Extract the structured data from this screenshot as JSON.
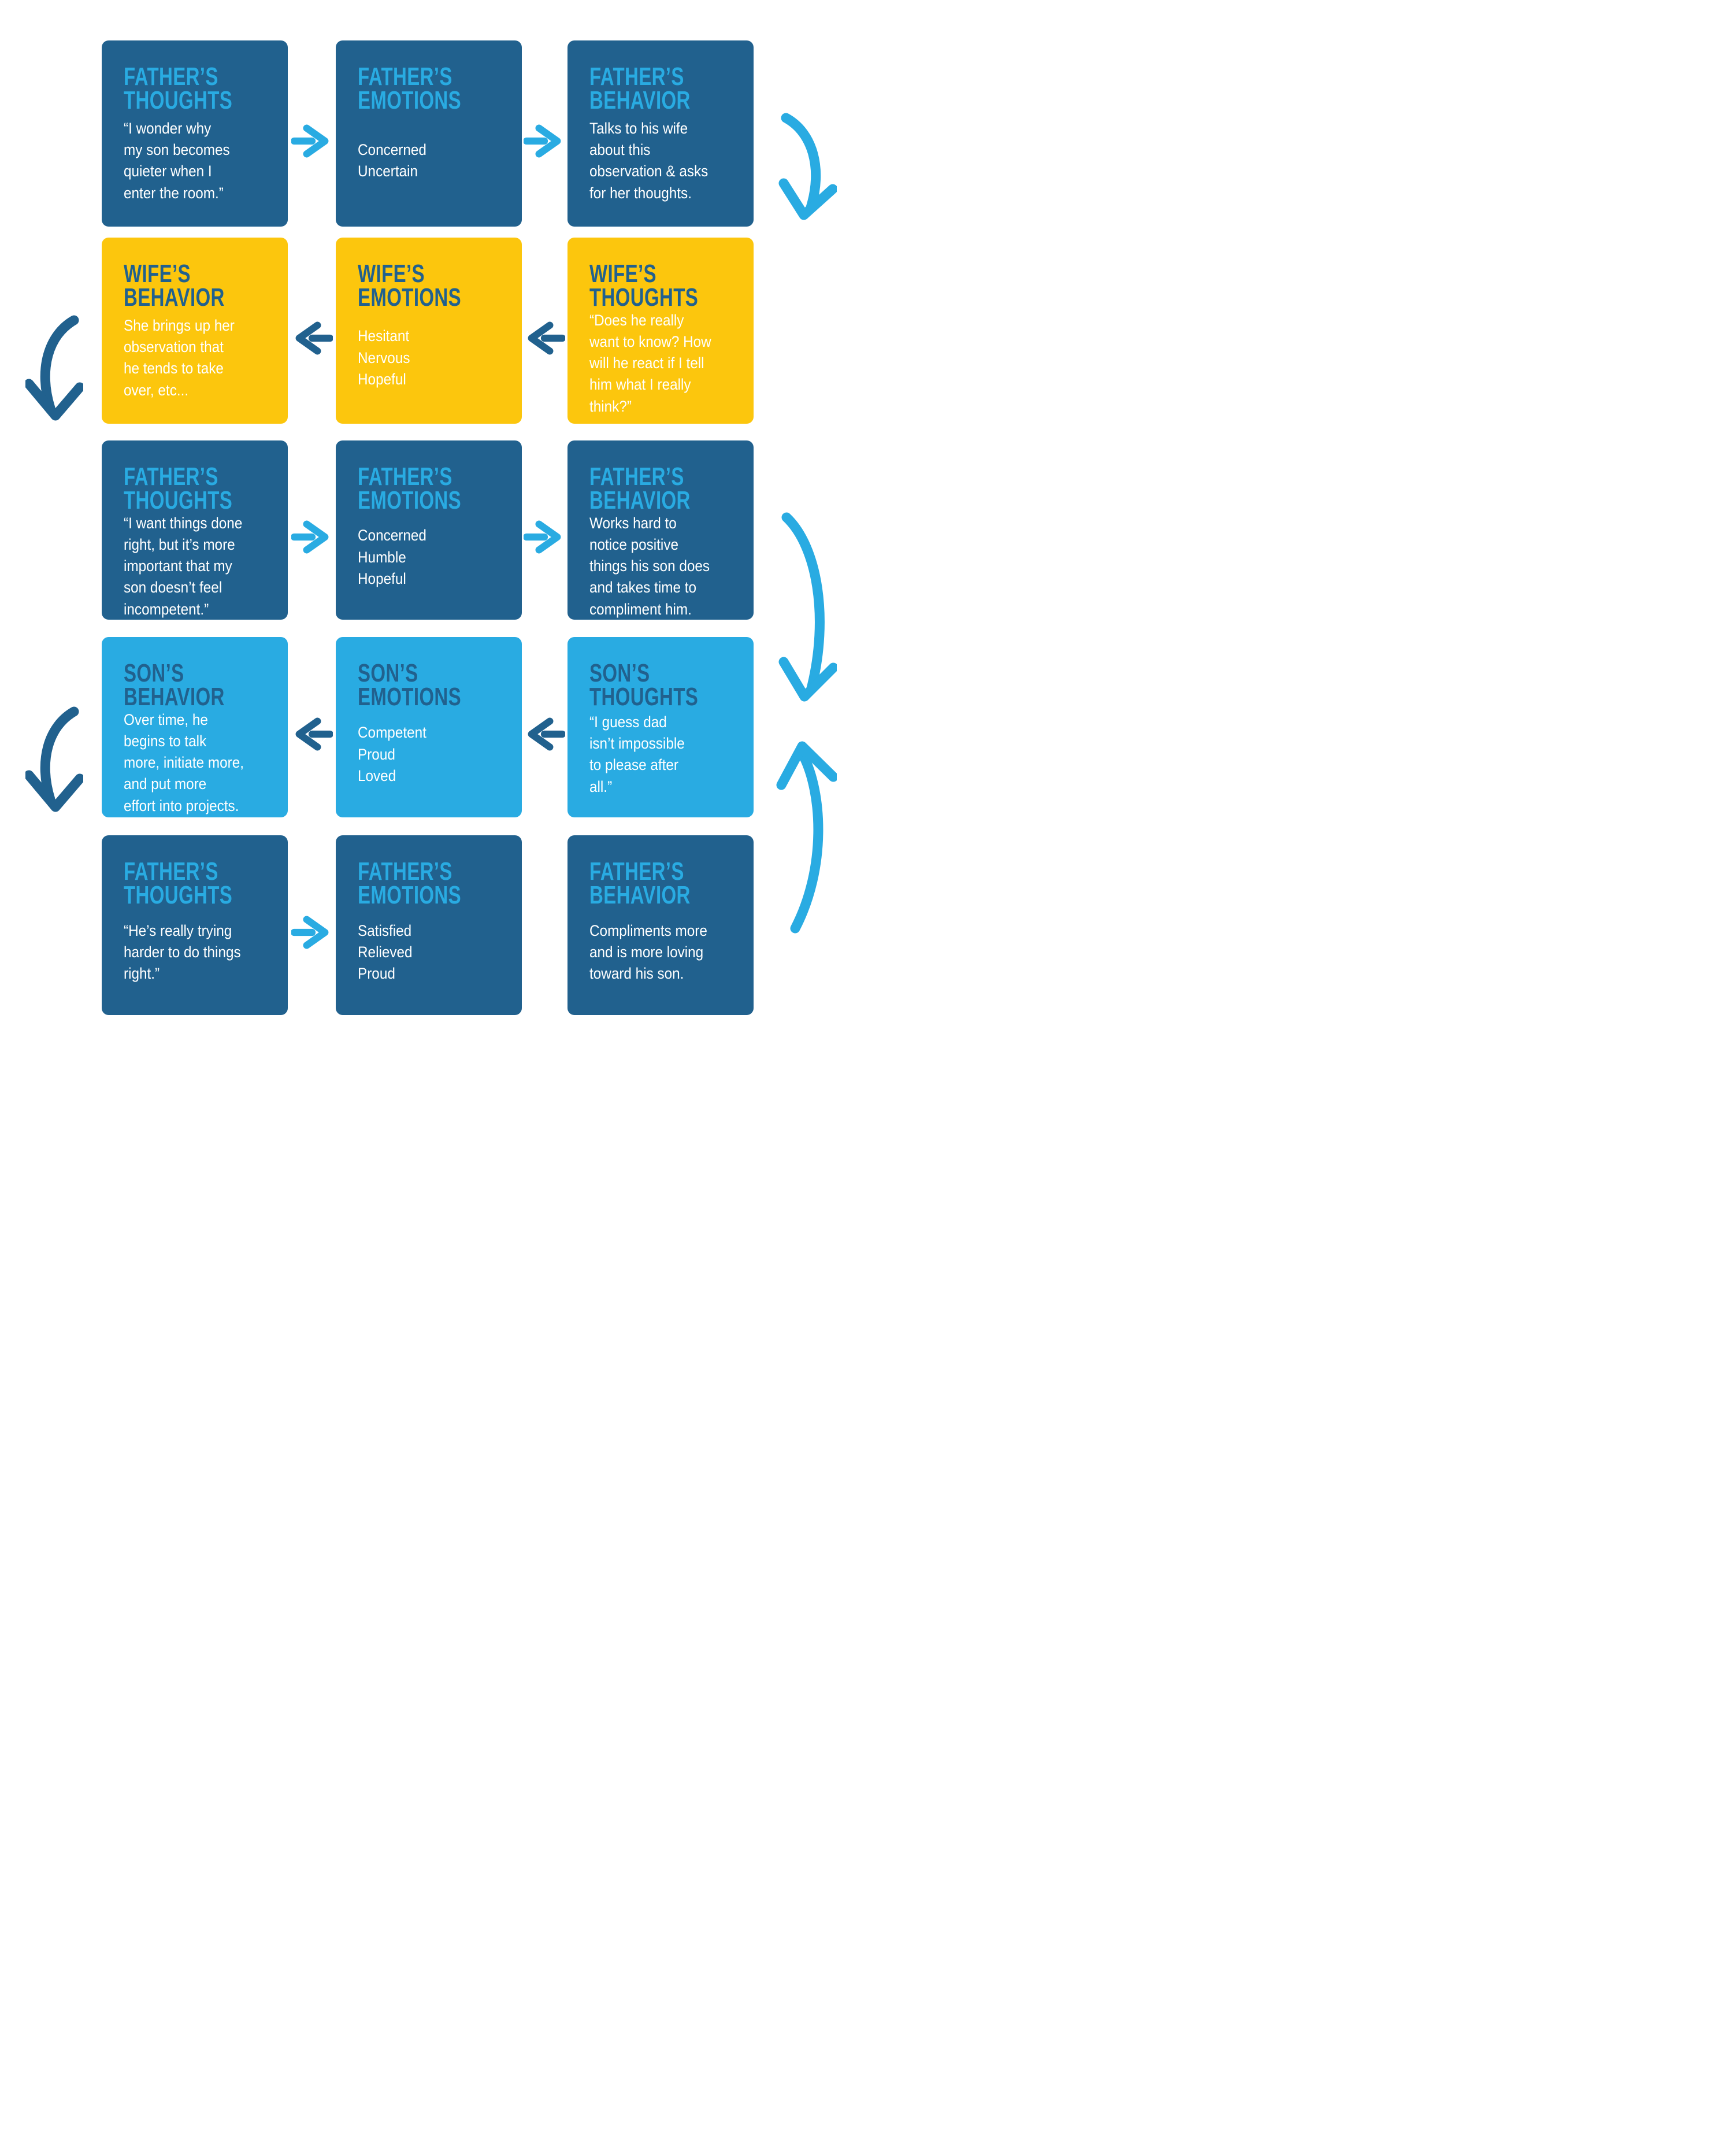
{
  "palette": {
    "dark_blue": "#21618E",
    "light_blue": "#29ABE2",
    "yellow": "#FCC60D",
    "body_text": "#FFFFFF",
    "background": "#FFFFFF"
  },
  "rows": [
    {
      "theme": "dark",
      "flow_direction": "right",
      "boxes": [
        {
          "title": "FATHER’S\nTHOUGHTS",
          "body": "“I wonder why\nmy son becomes\nquieter when I\nenter the room.”"
        },
        {
          "title": "FATHER’S\nEMOTIONS",
          "body": "Concerned\nUncertain"
        },
        {
          "title": "FATHER’S\nBEHAVIOR",
          "body": "Talks to his wife\nabout this\nobservation & asks\nfor her thoughts."
        }
      ]
    },
    {
      "theme": "yellow",
      "flow_direction": "left",
      "boxes": [
        {
          "title": "WIFE’S\nBEHAVIOR",
          "body": "She brings up her\nobservation that\nhe tends to take\nover, etc..."
        },
        {
          "title": "WIFE’S\nEMOTIONS",
          "body": "Hesitant\nNervous\nHopeful"
        },
        {
          "title": "WIFE’S\nTHOUGHTS",
          "body": "“Does he really\nwant to know? How\nwill he react if I tell\nhim what I really\nthink?”"
        }
      ]
    },
    {
      "theme": "dark",
      "flow_direction": "right",
      "boxes": [
        {
          "title": "FATHER’S\nTHOUGHTS",
          "body": "“I want things done\nright, but it’s more\nimportant that my\nson doesn’t feel\nincompetent.”"
        },
        {
          "title": "FATHER’S\nEMOTIONS",
          "body": "Concerned\nHumble\nHopeful"
        },
        {
          "title": "FATHER’S\nBEHAVIOR",
          "body": "Works hard to\nnotice positive\nthings his son does\nand takes time to\ncompliment him."
        }
      ]
    },
    {
      "theme": "lightblue",
      "flow_direction": "left",
      "boxes": [
        {
          "title": "SON’S\nBEHAVIOR",
          "body": "Over time, he\nbegins to talk\nmore, initiate more,\nand put more\neffort into projects."
        },
        {
          "title": "SON’S\nEMOTIONS",
          "body": "Competent\nProud\nLoved"
        },
        {
          "title": "SON’S\nTHOUGHTS",
          "body": "“I guess dad\nisn’t impossible\nto please after\nall.”"
        }
      ]
    },
    {
      "theme": "dark",
      "flow_direction": "right",
      "boxes": [
        {
          "title": "FATHER’S\nTHOUGHTS",
          "body": "“He’s really trying\nharder to do things\nright.”"
        },
        {
          "title": "FATHER’S\nEMOTIONS",
          "body": "Satisfied\nRelieved\nProud"
        },
        {
          "title": "FATHER’S\nBEHAVIOR",
          "body": "Compliments more\nand is more loving\ntoward his son."
        }
      ]
    }
  ],
  "arrows": {
    "horizontal": [
      {
        "row": 1,
        "direction": "right",
        "color": "#29ABE2"
      },
      {
        "row": 2,
        "direction": "left",
        "color": "#21618E"
      },
      {
        "row": 3,
        "direction": "right",
        "color": "#29ABE2"
      },
      {
        "row": 4,
        "direction": "left",
        "color": "#21618E"
      },
      {
        "row": 5,
        "direction": "right",
        "color": "#29ABE2"
      }
    ],
    "curved": [
      {
        "side": "right",
        "connects": "row1-to-row2",
        "direction": "down",
        "color": "#29ABE2"
      },
      {
        "side": "left",
        "connects": "row2-to-row3",
        "direction": "down",
        "color": "#21618E"
      },
      {
        "side": "right",
        "connects": "row3-to-row4",
        "direction": "down",
        "color": "#29ABE2"
      },
      {
        "side": "left",
        "connects": "row4-to-row5",
        "direction": "down",
        "color": "#21618E"
      },
      {
        "side": "right",
        "connects": "row5-to-row4",
        "direction": "up",
        "color": "#29ABE2"
      }
    ]
  }
}
